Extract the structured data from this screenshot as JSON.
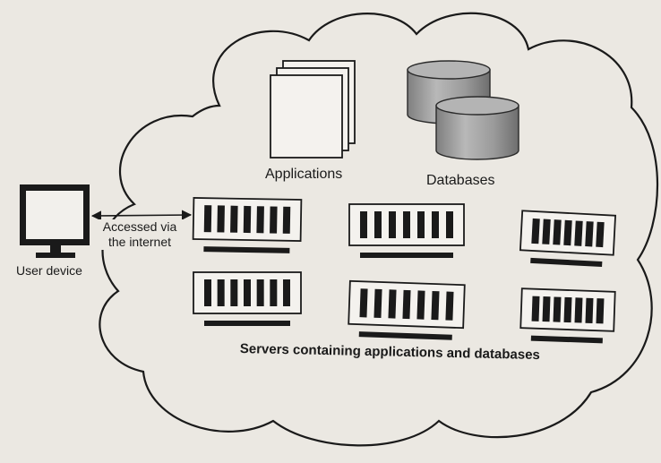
{
  "labels": {
    "applications": "Applications",
    "databases": "Databases",
    "accessed_line1": "Accessed via",
    "accessed_line2": "the internet",
    "user_device": "User device",
    "servers": "Servers containing applications and databases"
  },
  "icons": {
    "user_device": "monitor-icon",
    "applications": "document-stack-icon",
    "databases": "database-cylinder-icon",
    "servers": "server-rack-icon"
  },
  "colors": {
    "background": "#ebe8e2",
    "ink": "#1a1a1a",
    "database_fill": "#9a9a9a"
  }
}
